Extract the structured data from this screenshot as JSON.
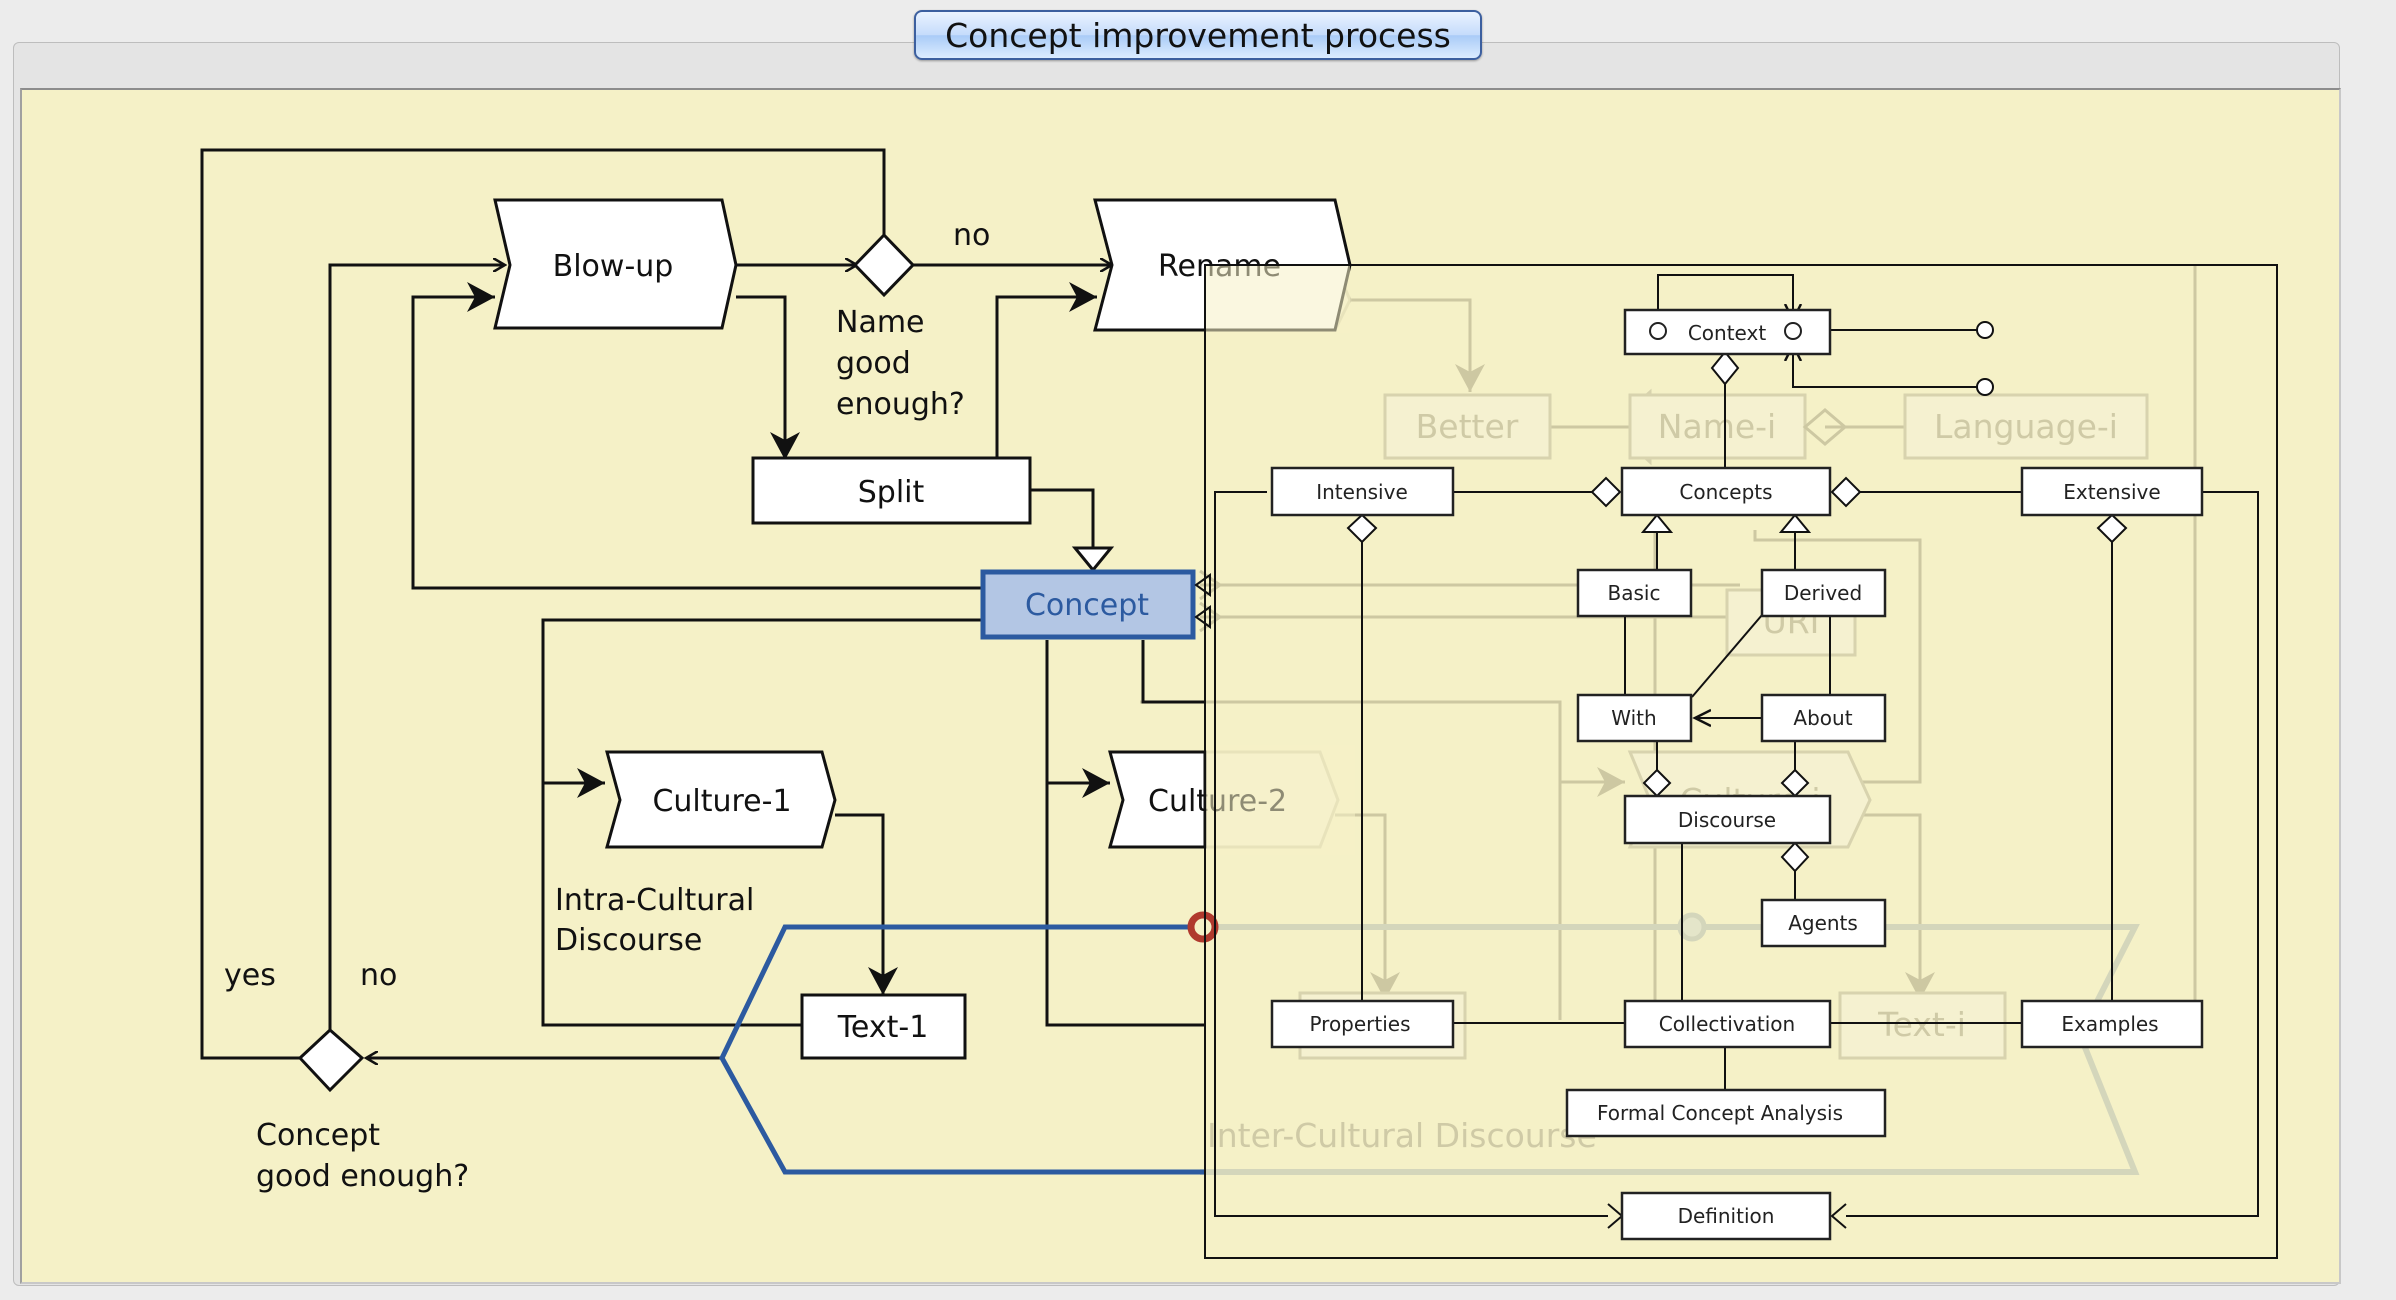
{
  "window": {
    "title": "Concept improvement process"
  },
  "process": {
    "activities": {
      "blow_up": "Blow-up",
      "rename": "Rename",
      "split": "Split",
      "concept": "Concept",
      "culture_1": "Culture-1",
      "culture_2": "Culture-2",
      "text_1": "Text-1"
    },
    "decisions": {
      "name_good_enough": [
        "Name",
        "good",
        "enough?"
      ],
      "concept_good_enough": [
        "Concept",
        "good enough?"
      ]
    },
    "edge_labels": {
      "no_top": "no",
      "yes": "yes",
      "no_bottom": "no"
    },
    "regions": {
      "intra_cultural": [
        "Intra-Cultural",
        "Discourse"
      ],
      "inter_cultural": "Inter-Cultural Discourse"
    },
    "ghost_nodes": {
      "better": "Better",
      "name_i": "Name-i",
      "language_i": "Language-i",
      "uri": "URI",
      "culture_i": "Culture-i",
      "text_i": "Text-i"
    }
  },
  "class_model": {
    "classes": {
      "context": "Context",
      "intensive": "Intensive",
      "concepts": "Concepts",
      "extensive": "Extensive",
      "basic": "Basic",
      "derived": "Derived",
      "with": "With",
      "about": "About",
      "discourse": "Discourse",
      "agents": "Agents",
      "properties": "Properties",
      "collectivation": "Collectivation",
      "examples": "Examples",
      "formal_concept_analysis": "Formal Concept Analysis",
      "definition": "Definition"
    }
  },
  "colors": {
    "canvas_bg": "#f5f1c7",
    "selected_fill": "#b3c6e4",
    "selected_border": "#2c5aa0",
    "inter_cultural_border": "#2c5aa0",
    "marker_red": "#b03a2e"
  }
}
